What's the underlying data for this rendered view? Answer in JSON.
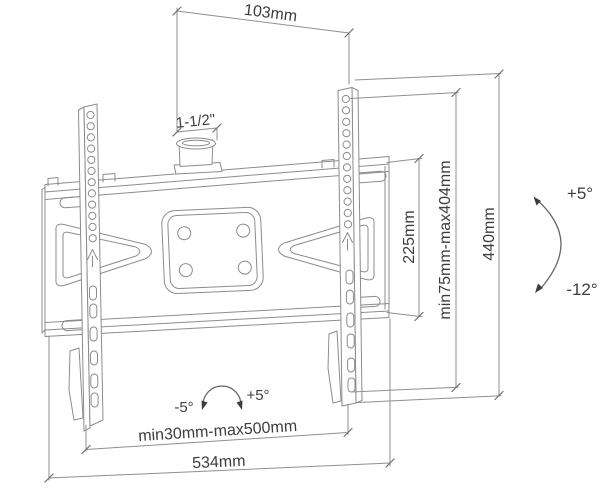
{
  "colors": {
    "background": "#ffffff",
    "line": "#8c8c8c",
    "text": "#3d3d3d"
  },
  "labels": {
    "dim_top_offset": "103mm",
    "dim_pipe_size": "1-1/2\"",
    "dim_plate_height": "225mm",
    "dim_vesa_height_range": "min75mm-max404mm",
    "dim_total_height": "440mm",
    "dim_vesa_width_range": "min30mm-max500mm",
    "dim_total_width": "534mm",
    "angle_tilt_up": "+5°",
    "angle_tilt_down": "-12°",
    "angle_swivel_left": "-5°",
    "angle_swivel_right": "+5°"
  }
}
